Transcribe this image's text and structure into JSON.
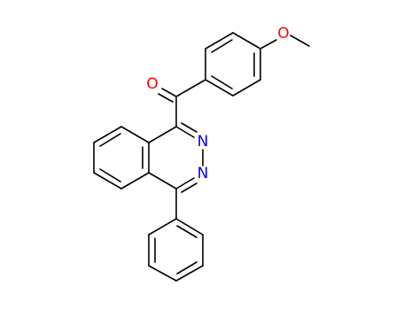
{
  "molecule": {
    "atoms": {
      "carbonyl_oxygen": {
        "symbol": "O",
        "color": "#ff0000"
      },
      "methoxy_oxygen": {
        "symbol": "O",
        "color": "#ff0000"
      },
      "ring_nitrogen_2": {
        "symbol": "N",
        "color": "#0000ff"
      },
      "ring_nitrogen_3": {
        "symbol": "N",
        "color": "#0000ff"
      }
    },
    "bond_color": "#000000"
  }
}
